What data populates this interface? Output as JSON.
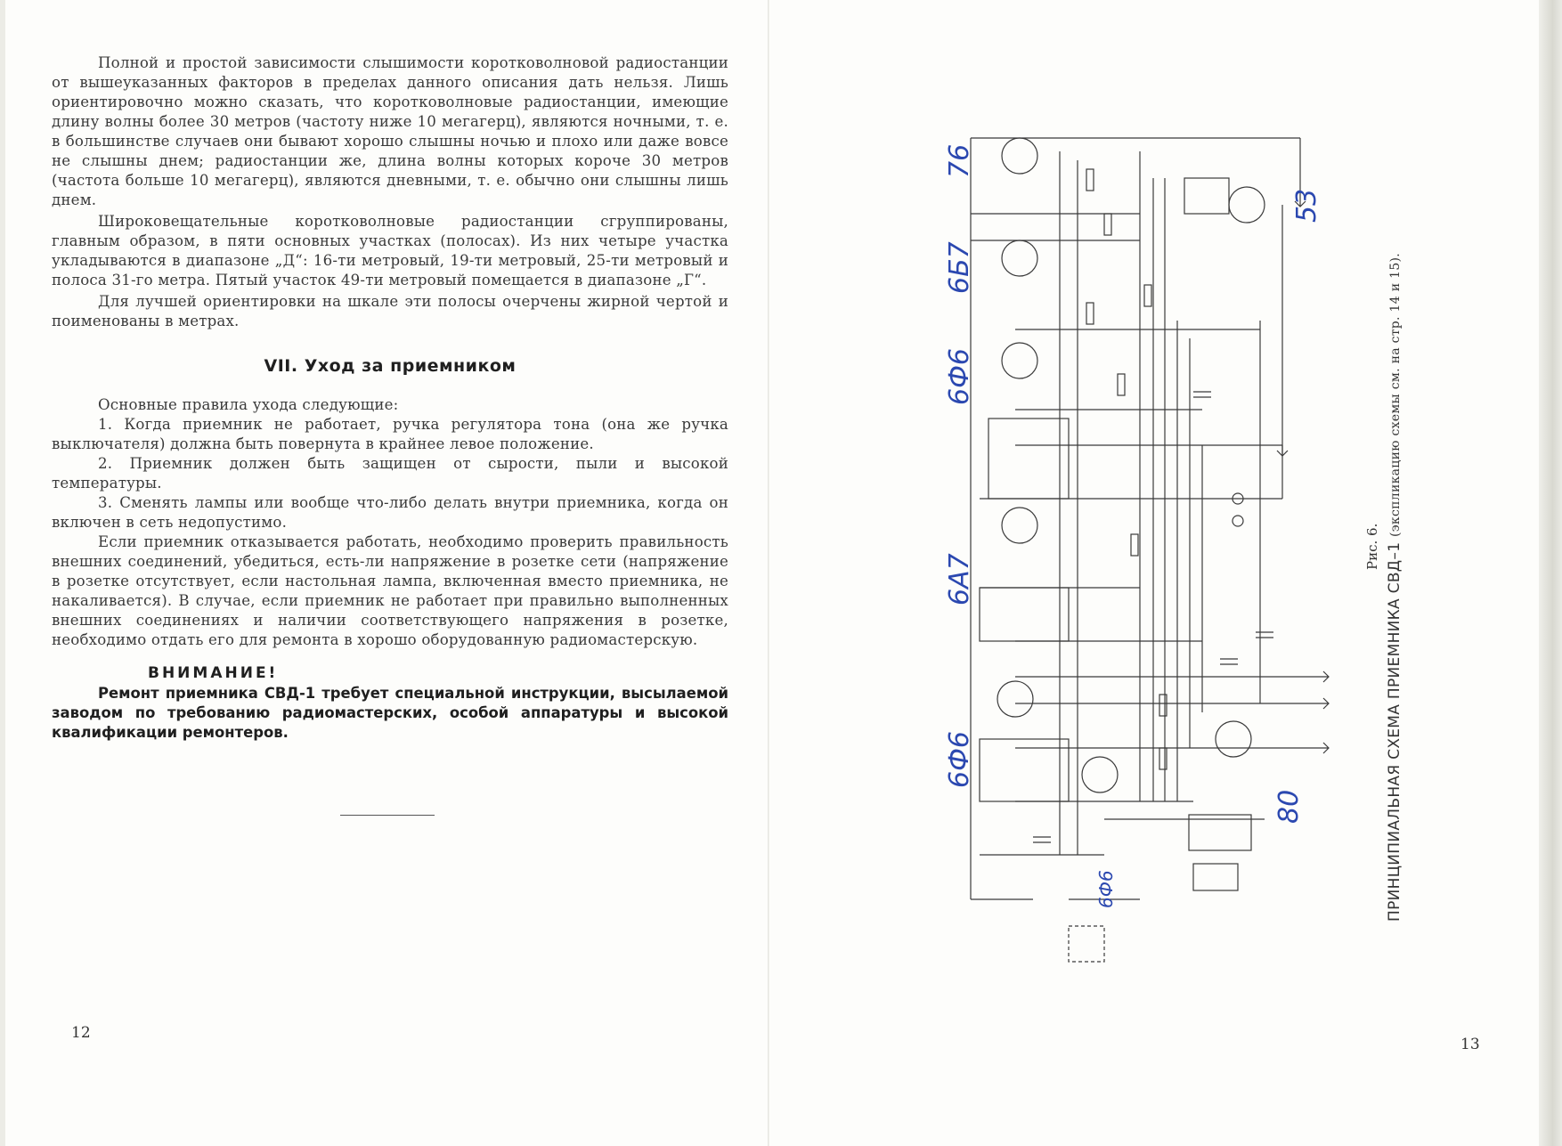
{
  "left_page": {
    "paragraphs_top": [
      "Полной и простой зависимости слышимости коротковолновой радиостанции от вышеуказанных факторов в пределах данного описания дать нельзя. Лишь ориентировочно можно сказать, что коротковолновые радиостанции, имеющие длину волны более 30 метров (частоту ниже 10 мегагерц), являются ночными, т. е. в большинстве случаев они бывают хорошо слышны ночью и плохо или даже вовсе не слышны днем; радиостанции же, длина волны которых короче 30 метров (частота больше 10 мегагерц), являются дневными, т. е. обычно они слышны лишь днем.",
      "Широковещательные коротковолновые радиостанции сгруппированы, главным образом, в пяти основных участках (полосах). Из них четыре участка укладываются в диапазоне „Д“: 16-ти метровый, 19-ти метровый, 25-ти метровый и полоса 31-го метра. Пятый участок 49-ти метровый помещается в диапазоне „Г“.",
      "Для лучшей ориентировки на шкале эти полосы очерчены жирной чертой и поименованы в метрах."
    ],
    "section_title": "VII. Уход за приемником",
    "paragraphs_care": [
      "Основные правила ухода следующие:",
      "1. Когда приемник не работает, ручка регулятора тона (она же ручка выключателя) должна быть повернута в крайнее левое положение.",
      "2. Приемник должен быть защищен от сырости, пыли и высокой температуры.",
      "3. Сменять лампы или вообще что-либо делать внутри приемника, когда он включен в сеть недопустимо.",
      "Если приемник отказывается работать, необходимо проверить правильность внешних соединений, убедиться, есть-ли напряжение в розетке сети (напряжение в розетке отсутствует, если настольная лампа, включенная вместо приемника, не накаливается). В случае, если приемник не работает при правильно выполненных внешних соединениях и наличии соответствующего напряжения в розетке, необходимо отдать его для ремонта в хорошо оборудованную радиомастерскую."
    ],
    "warning_title": "ВНИМАНИЕ!",
    "warning_text": "Ремонт приемника СВД-1 требует специальной инструкции, высылаемой заводом по требованию радиомастерских, особой аппаратуры и высокой квалификации ремонтеров.",
    "page_number": "12"
  },
  "right_page": {
    "figure_label": "Рис. 6.",
    "figure_caption": "ПРИНЦИПИАЛЬНАЯ СХЕМА ПРИЕМНИКА СВД–1",
    "figure_caption_note": "(экспликацию схемы см. на стр. 14 и 15).",
    "tube_labels": [
      "76",
      "6Б7",
      "6Ф6",
      "6А7",
      "6Ф6",
      "6Ф6",
      "53",
      "80"
    ],
    "page_number": "13"
  },
  "colors": {
    "handwriting_ink": "#2b48b0",
    "print_ink": "#2b2b2b"
  }
}
